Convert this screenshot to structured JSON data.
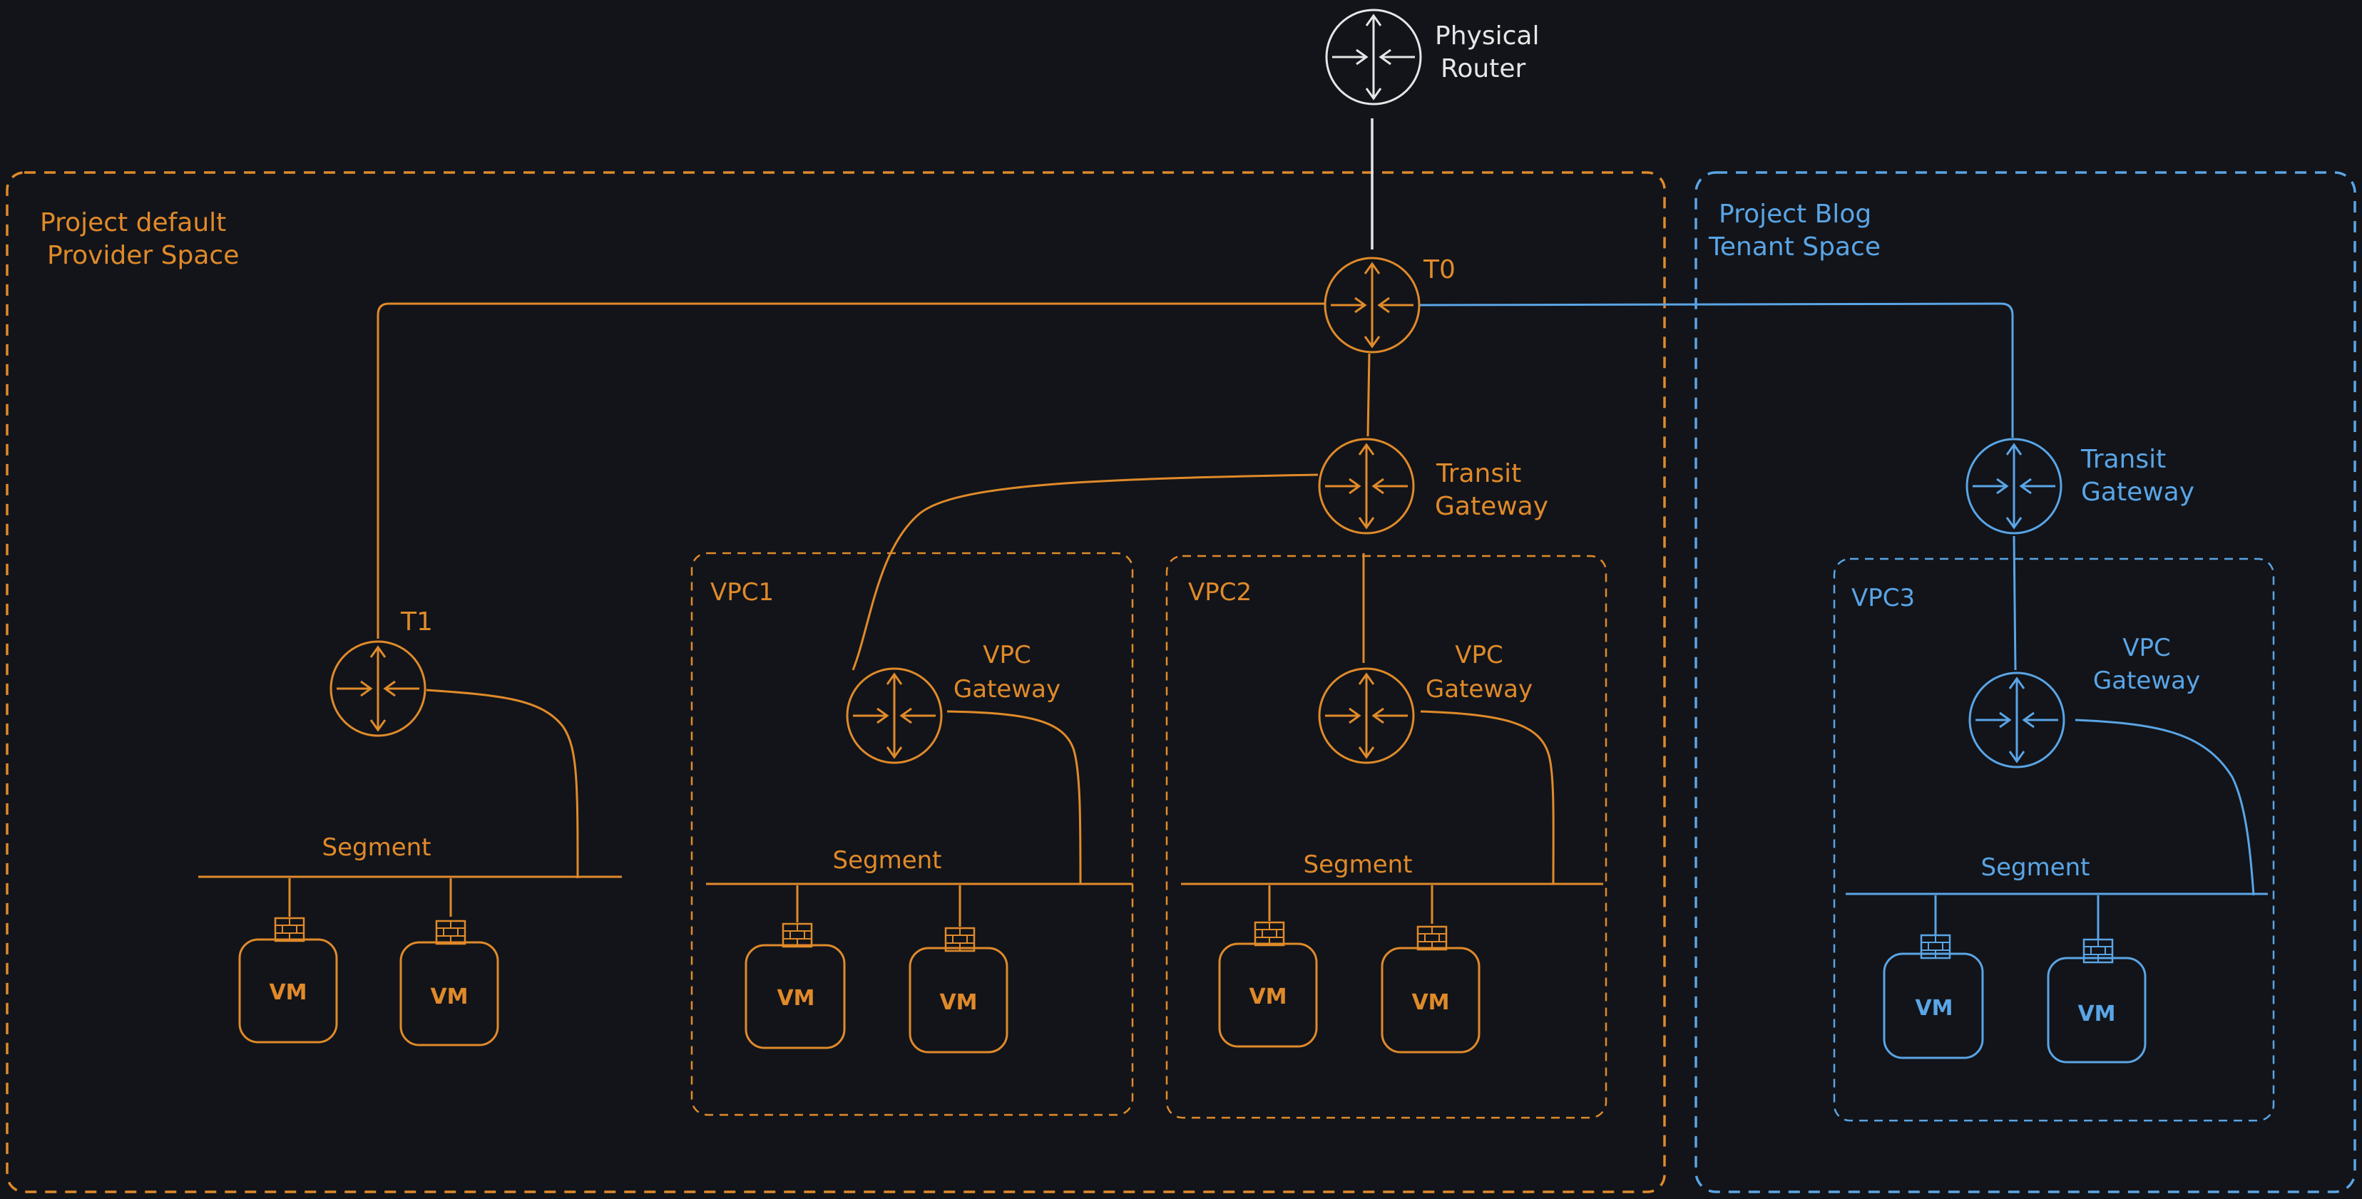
{
  "colors": {
    "background": "#121419",
    "provider": "#e08a2a",
    "tenant": "#5aa5e6",
    "physical": "#e6e6e6"
  },
  "physical_router": {
    "line1": "Physical",
    "line2": "Router"
  },
  "provider_space": {
    "title_line1": "Project default",
    "title_line2": "Provider Space",
    "t0_label": "T0",
    "t1_label": "T1",
    "transit_gateway": {
      "line1": "Transit",
      "line2": "Gateway"
    },
    "t1_segment_label": "Segment",
    "vpc1": {
      "name": "VPC1",
      "gw_line1": "VPC",
      "gw_line2": "Gateway",
      "segment_label": "Segment"
    },
    "vpc2": {
      "name": "VPC2",
      "gw_line1": "VPC",
      "gw_line2": "Gateway",
      "segment_label": "Segment"
    }
  },
  "tenant_space": {
    "title_line1": "Project Blog",
    "title_line2": "Tenant Space",
    "transit_gateway": {
      "line1": "Transit",
      "line2": "Gateway"
    },
    "vpc3": {
      "name": "VPC3",
      "gw_line1": "VPC",
      "gw_line2": "Gateway",
      "segment_label": "Segment"
    }
  },
  "vm_label": "VM",
  "icons": {
    "router": "router-icon",
    "firewall": "firewall-icon"
  }
}
